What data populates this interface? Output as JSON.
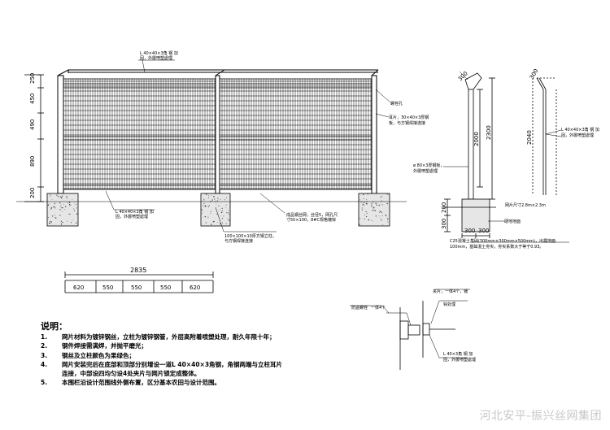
{
  "elevation": {
    "left_dims": [
      "250",
      "450",
      "490",
      "890",
      "200"
    ],
    "top_label_line1": "L 40×40×3角 钢 加",
    "top_label_line2": "固，外層喷塑處理",
    "bolt_label": "螺栓孔",
    "ear_label_line1": "耳片，30×40×3厚钢",
    "ear_label_line2": "板，与方钢焊接连接",
    "bottom_left_label_line1": "L 40×40×3角 钢 加",
    "bottom_left_label_line2": "固，外層喷塑處理",
    "mesh_label_line1": "成品钢丝网，丝径5，网孔尺",
    "mesh_label_line2": "寸50×100，8#C规格镀锌",
    "post_label_line1": "100×100×10厚方钢立柱，",
    "post_label_line2": "与方钢焊接连接"
  },
  "side_view": {
    "dim_top": "300",
    "dim_2000": "2000",
    "dim_2300": "2300",
    "dim_lower_a": "200",
    "dim_lower_b": "300",
    "base_w1": "300",
    "base_w2": "300",
    "plate_label_line1": "ø 80×3厚钢板，",
    "plate_label_line2": "外層喷塑處理",
    "ground_label": "硬地地面",
    "footing_label_line1": "C25混凝土基础(300mm×300mm×500mm)，出露地面",
    "footing_label_line2": "100mm，基础混土夯实，夯实系数大于等于0.93。"
  },
  "right_view": {
    "dim_top": "300",
    "dim_main": "2040",
    "angle_label_line1": "L 40×40×3角 钢 加",
    "angle_label_line2": "固，外層喷塑處理",
    "area_label": "网片尺寸2.8m×2.3m"
  },
  "plan": {
    "total": "2835",
    "segments": [
      "620",
      "550",
      "550",
      "550",
      "620"
    ]
  },
  "details": {
    "left_label_a": "防盗螺栓",
    "left_label_b": "一体4个",
    "right_label_a": "夹片，一体4个，镀",
    "right_label_b": "锌处理",
    "right_label_c": "L 40×3角 钢 加",
    "right_label_d": "固，外層喷塑處理"
  },
  "notes": {
    "title": "说明：",
    "items": [
      {
        "num": "1.",
        "text": "网片材料为镀锌钢丝，立柱为镀锌钢管，外层高附着喷塑处理，耐久年限十年；"
      },
      {
        "num": "2.",
        "text": "钢件焊接需满焊，并抛平磨光；"
      },
      {
        "num": "3.",
        "text": "钢丝及立柱颜色为果绿色；"
      },
      {
        "num": "4.",
        "text": "网片安装完后在底部和顶部分别增设一道L 40×40×3角钢，角钢两端与立柱耳片"
      },
      {
        "num": "",
        "text": "连接，中部设四均匀设4处夹片与网片锁定成整体。"
      },
      {
        "num": "5.",
        "text": "本围栏沿设计范围线外侧布置，区分基本农田与设计范围。"
      }
    ]
  },
  "watermark": "河北安平-振兴丝网集团",
  "colors": {
    "line": "#000000",
    "paper": "#ffffff"
  }
}
